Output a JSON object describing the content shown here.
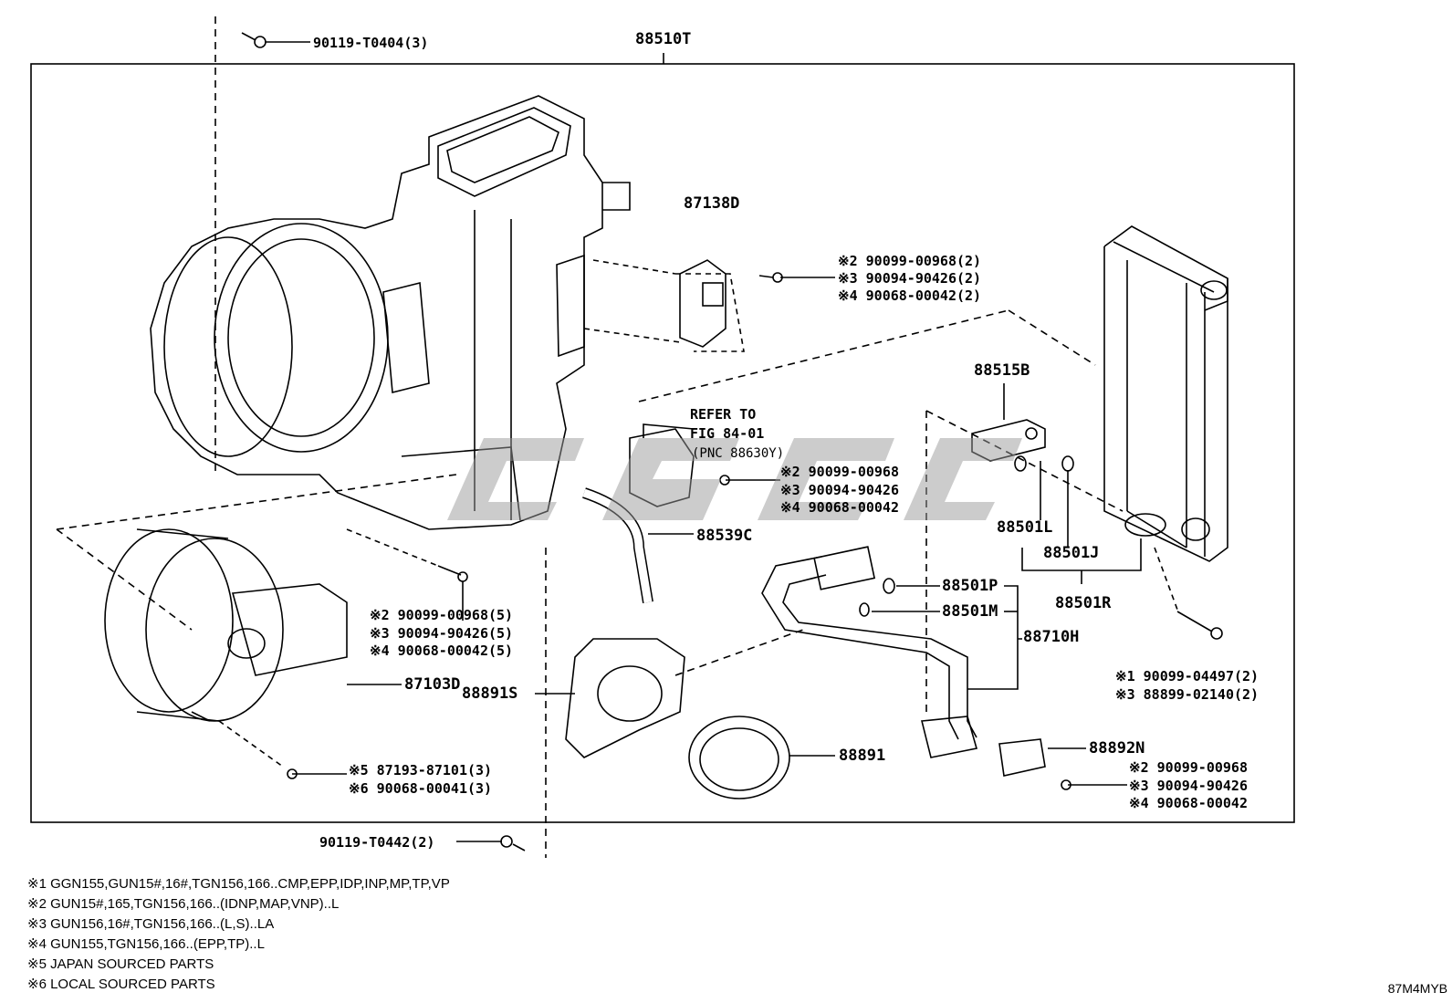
{
  "main_part": "88510T",
  "parts": {
    "top_bolt": "90119-T0404(3)",
    "resistor": "87138D",
    "resistor_bolts": [
      "※2 90099-00968(2)",
      "※3 90094-90426(2)",
      "※4 90068-00042(2)"
    ],
    "valve": "88515B",
    "refer": [
      "REFER TO",
      "FIG 84-01",
      "(PNC 88630Y)"
    ],
    "mid_bolts": [
      "※2 90099-00968",
      "※3 90094-90426",
      "※4 90068-00042"
    ],
    "hose": "88539C",
    "oring_l": "88501L",
    "oring_j": "88501J",
    "oring_p": "88501P",
    "oring_m": "88501M",
    "oring_r": "88501R",
    "pipe": "88710H",
    "evap_bolts": [
      "※1 90099-04497(2)",
      "※3 88899-02140(2)"
    ],
    "blower_bolts": [
      "※2 90099-00968(5)",
      "※3 90094-90426(5)",
      "※4 90068-00042(5)"
    ],
    "blower": "87103D",
    "drain": "88891S",
    "seal": "88891",
    "bracket": "88892N",
    "bracket_bolts": [
      "※2 90099-00968",
      "※3 90094-90426",
      "※4 90068-00042"
    ],
    "motor_bolts": [
      "※5 87193-87101(3)",
      "※6 90068-00041(3)"
    ],
    "bottom_bolt": "90119-T0442(2)"
  },
  "notes": [
    "※1 GGN155,GUN15#,16#,TGN156,166..CMP,EPP,IDP,INP,MP,TP,VP",
    "※2 GUN15#,165,TGN156,166..(IDNP,MAP,VNP)..L",
    "※3 GUN156,16#,TGN156,166..(L,S)..LA",
    "※4 GUN155,TGN156,166..(EPP,TP)..L",
    "※5 JAPAN SOURCED PARTS",
    "※6 LOCAL SOURCED PARTS"
  ],
  "figure_code": "87M4MYB"
}
